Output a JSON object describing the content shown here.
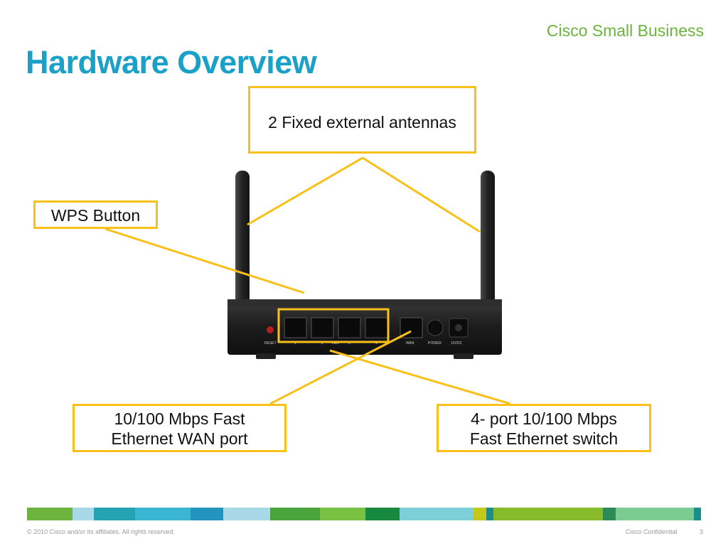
{
  "header": {
    "brand": "Cisco Small Business",
    "title": "Hardware Overview"
  },
  "callouts": {
    "antennas": "2 Fixed external antennas",
    "wps": "WPS Button",
    "wan": [
      "10/100 Mbps Fast",
      "Ethernet WAN port"
    ],
    "switch": [
      "4- port 10/100 Mbps",
      "Fast Ethernet switch"
    ]
  },
  "router_labels": {
    "reset": "RESET",
    "lan_ports": [
      "1",
      "2",
      "LAN",
      "3",
      "4"
    ],
    "wan": "WAN",
    "power": "POWER",
    "dc": "12VDC"
  },
  "footer": {
    "copyright": "© 2010 Cisco and/or its affiliates. All rights reserved.",
    "confidential": "Cisco Confidential",
    "page": "3"
  },
  "colors": {
    "brand_green": "#6cb33f",
    "title_blue": "#1ba0c8",
    "callout_border": "#f9c01a",
    "router_body": "#1e1e1e"
  }
}
